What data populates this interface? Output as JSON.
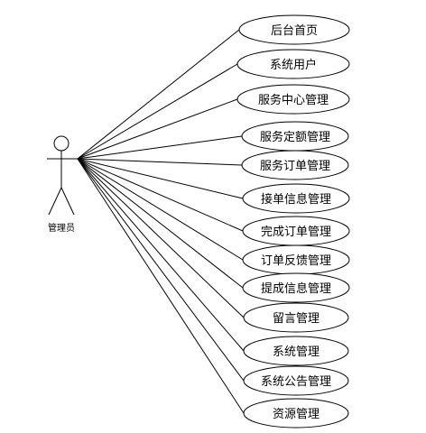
{
  "actor": {
    "name": "管理员"
  },
  "use_cases": [
    {
      "label": "后台首页"
    },
    {
      "label": "系统用户"
    },
    {
      "label": "服务中心管理"
    },
    {
      "label": "服务定额管理"
    },
    {
      "label": "服务订单管理"
    },
    {
      "label": "接单信息管理"
    },
    {
      "label": "完成订单管理"
    },
    {
      "label": "订单反馈管理"
    },
    {
      "label": "提成信息管理"
    },
    {
      "label": "留言管理"
    },
    {
      "label": "系统管理"
    },
    {
      "label": "系统公告管理"
    },
    {
      "label": "资源管理"
    }
  ],
  "colors": {
    "stroke": "#000000",
    "fill": "#ffffff"
  }
}
